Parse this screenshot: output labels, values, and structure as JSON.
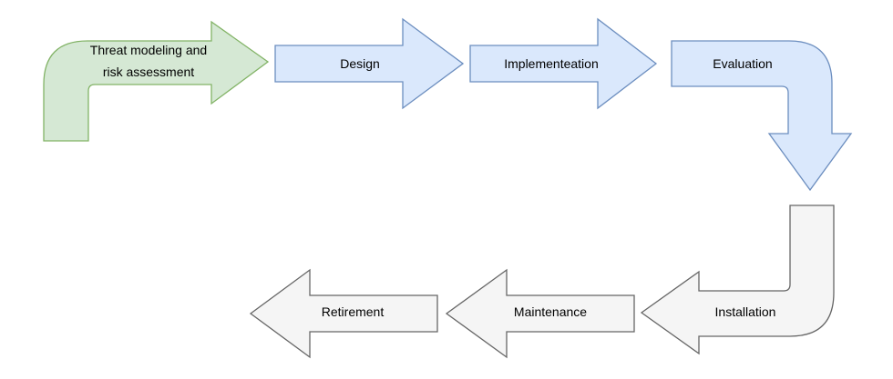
{
  "colors": {
    "green_fill": "#d5e8d4",
    "green_stroke": "#82b366",
    "blue_fill": "#dae8fc",
    "blue_stroke": "#6c8ebf",
    "gray_fill": "#f5f5f5",
    "gray_stroke": "#666666"
  },
  "steps": [
    {
      "label_line1": "Threat modeling and",
      "label_line2": "risk assessment"
    },
    {
      "label": "Design"
    },
    {
      "label": "Implementeation"
    },
    {
      "label": "Evaluation"
    },
    {
      "label": "Installation"
    },
    {
      "label": "Maintenance"
    },
    {
      "label": "Retirement"
    }
  ]
}
